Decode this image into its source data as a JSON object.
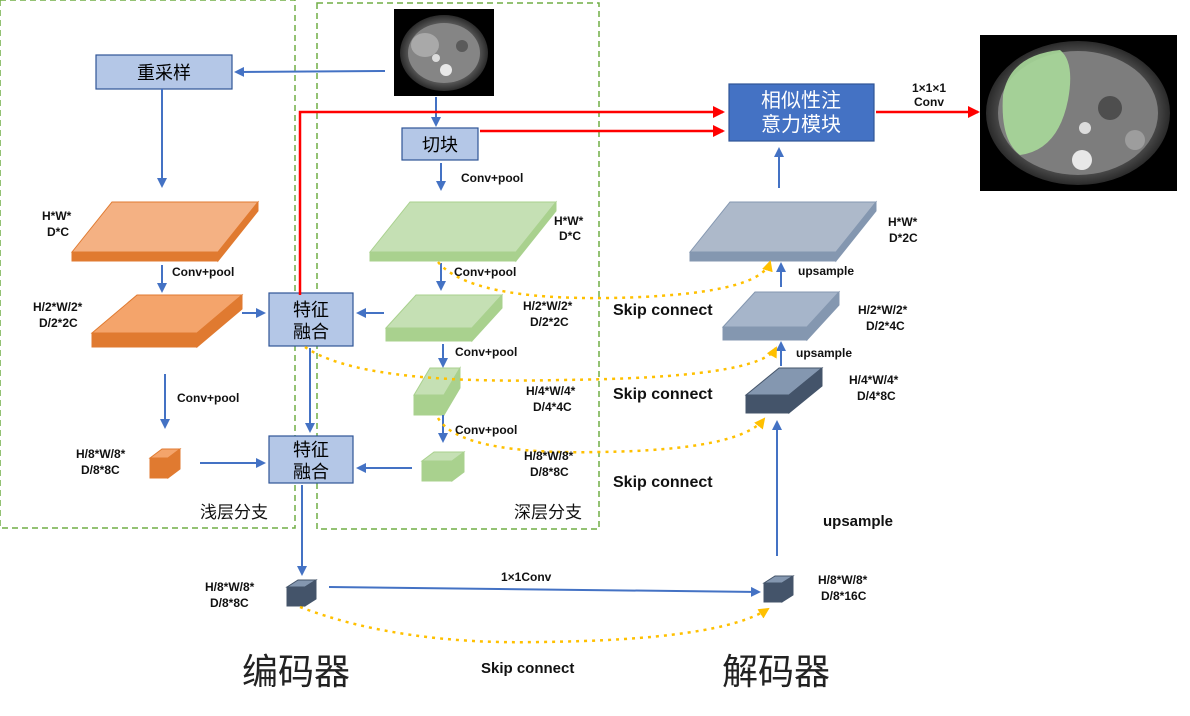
{
  "colors": {
    "blue_arrow": "#4472C4",
    "red_arrow": "#FF0000",
    "skip_dotted": "#FFC000",
    "branch_border": "#70AD47",
    "box_fill": "#B4C7E7",
    "box_border": "#2F5597",
    "attention_fill": "#4472C4",
    "orange_block": "#F4B183",
    "green_block": "#C5E0B4",
    "slate_block": "#8497B0"
  },
  "labels": {
    "resample": "重采样",
    "crop": "切块",
    "fusion_1": "特征\n融合",
    "fusion_2": "特征\n融合",
    "attention": "相似性注\n意力模块",
    "shallow_branch": "浅层分支",
    "deep_branch": "深层分支",
    "encoder": "编码器",
    "decoder": "解码器"
  },
  "ops": {
    "conv_pool": "Conv+pool",
    "upsample": "upsample",
    "skip_connect": "Skip connect",
    "conv_1x1": "1×1Conv",
    "conv_1x1x1_line1": "1×1×1",
    "conv_1x1x1_line2": "Conv"
  },
  "dims": {
    "s1a": "H*W*",
    "s1b": "D*C",
    "s2a": "H/2*W/2*",
    "s2b": "D/2*2C",
    "s3a": "H/8*W/8*",
    "s3b": "D/8*8C",
    "d1a": "H*W*",
    "d1b": "D*C",
    "d2a": "H/2*W/2*",
    "d2b": "D/2*2C",
    "d3a": "H/4*W/4*",
    "d3b": "D/4*4C",
    "d4a": "H/8*W/8*",
    "d4b": "D/8*8C",
    "e1a": "H/8*W/8*",
    "e1b": "D/8*8C",
    "u0a": "H/8*W/8*",
    "u0b": "D/8*16C",
    "u1a": "H/4*W/4*",
    "u1b": "D/4*8C",
    "u2a": "H/2*W/2*",
    "u2b": "D/2*4C",
    "u3a": "H*W*",
    "u3b": "D*2C"
  },
  "images": {
    "ct_input": "ct-slice-icon",
    "ct_output": "segmented-ct-icon"
  }
}
